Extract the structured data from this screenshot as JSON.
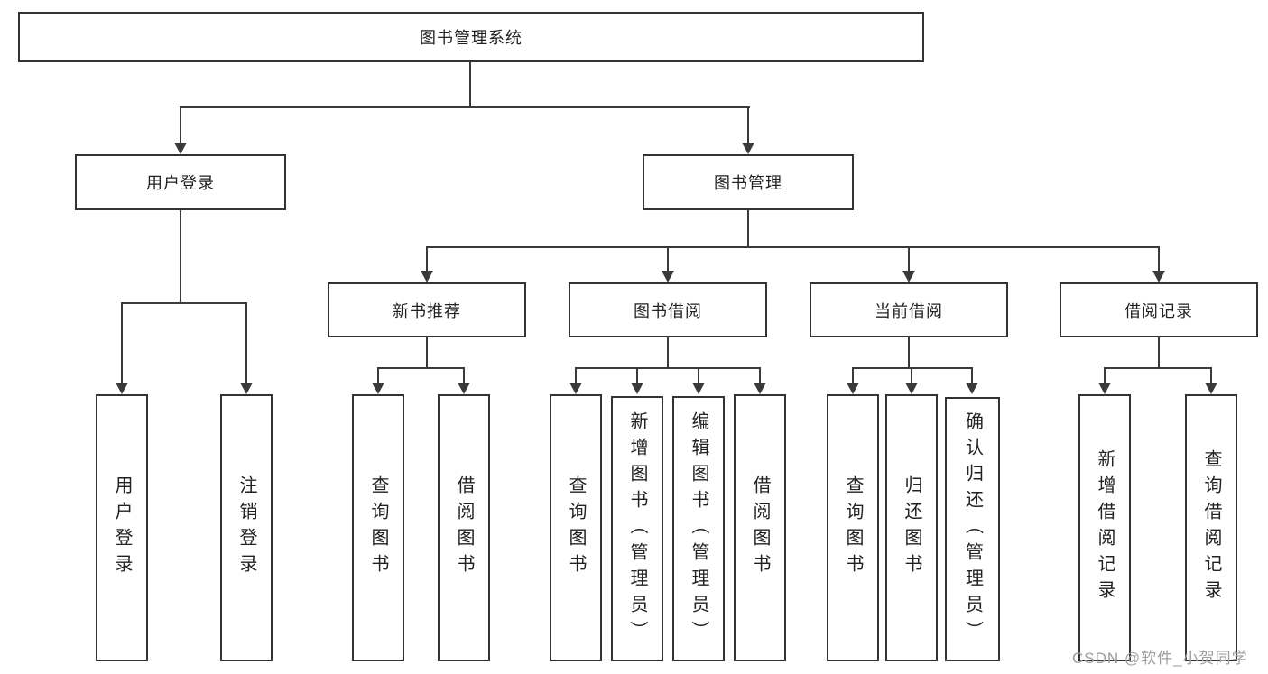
{
  "watermark": "CSDN @软件_小贺同学",
  "colors": {
    "line": "#3a3a3a",
    "box_border": "#333333",
    "text": "#222222",
    "watermark": "#9e9e9e",
    "background": "#ffffff"
  },
  "tree": {
    "label": "图书管理系统",
    "children": [
      {
        "label": "用户登录",
        "children": [
          {
            "label": "用户登录"
          },
          {
            "label": "注销登录"
          }
        ]
      },
      {
        "label": "图书管理",
        "children": [
          {
            "label": "新书推荐",
            "children": [
              {
                "label": "查询图书"
              },
              {
                "label": "借阅图书"
              }
            ]
          },
          {
            "label": "图书借阅",
            "children": [
              {
                "label": "查询图书"
              },
              {
                "label": "新增图书（管理员）"
              },
              {
                "label": "编辑图书（管理员）"
              },
              {
                "label": "借阅图书"
              }
            ]
          },
          {
            "label": "当前借阅",
            "children": [
              {
                "label": "查询图书"
              },
              {
                "label": "归还图书"
              },
              {
                "label": "确认归还（管理员）"
              }
            ]
          },
          {
            "label": "借阅记录",
            "children": [
              {
                "label": "新增借阅记录"
              },
              {
                "label": "查询借阅记录"
              }
            ]
          }
        ]
      }
    ]
  }
}
